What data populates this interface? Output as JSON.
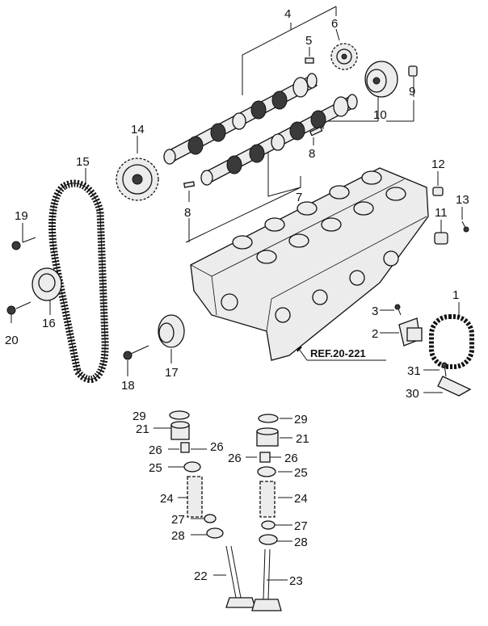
{
  "callouts": {
    "c1": "1",
    "c2": "2",
    "c3": "3",
    "c4": "4",
    "c5": "5",
    "c6": "6",
    "c7": "7",
    "c8a": "8",
    "c8b": "8",
    "c9": "9",
    "c10": "10",
    "c11": "11",
    "c12": "12",
    "c13": "13",
    "c14": "14",
    "c15": "15",
    "c16": "16",
    "c17": "17",
    "c18": "18",
    "c19": "19",
    "c20": "20",
    "c21l": "21",
    "c21r": "21",
    "c22": "22",
    "c23": "23",
    "c24l": "24",
    "c24r": "24",
    "c25l": "25",
    "c25r": "25",
    "c26a": "26",
    "c26b": "26",
    "c26c": "26",
    "c26d": "26",
    "c27l": "27",
    "c27r": "27",
    "c28l": "28",
    "c28r": "28",
    "c29l": "29",
    "c29r": "29",
    "c30": "30",
    "c31": "31"
  },
  "reference": "REF.20-221"
}
